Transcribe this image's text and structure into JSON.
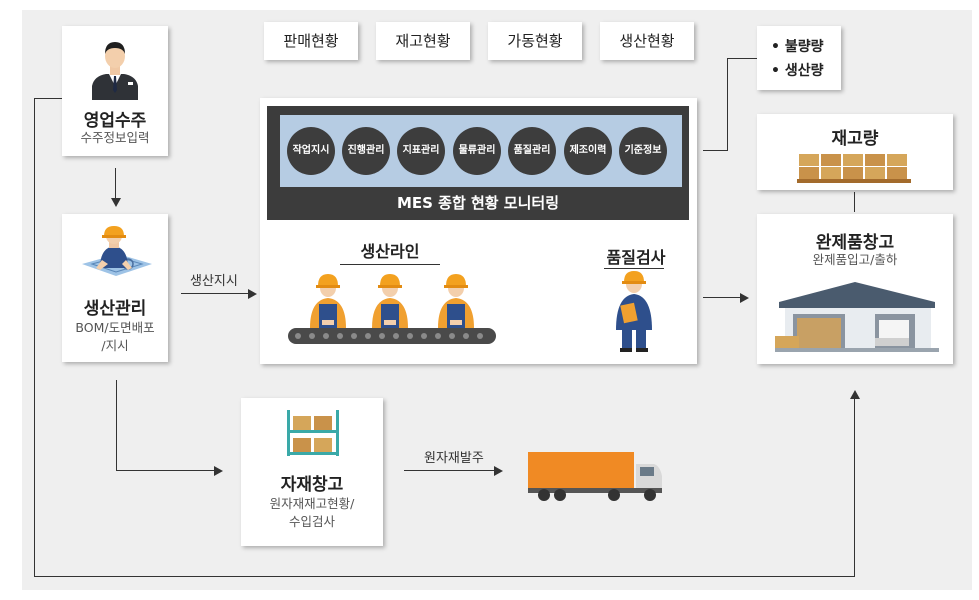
{
  "tabs": [
    "판매현황",
    "재고현황",
    "가동현황",
    "생산현황"
  ],
  "sales_order": {
    "title": "영업수주",
    "subtitle": "수주정보입력"
  },
  "production_mgmt": {
    "title": "생산관리",
    "subtitle_1": "BOM/도면배포",
    "subtitle_2": "/지시"
  },
  "edge_production_order": "생산지시",
  "mes": {
    "modules": [
      "작업지시",
      "진행관리",
      "지표관리",
      "물류관리",
      "품질관리",
      "제조이력",
      "기준정보"
    ],
    "title": "MES 종합 현황 모니터링",
    "production_line": "생산라인",
    "quality_inspection": "품질검사"
  },
  "material_warehouse": {
    "title": "자재창고",
    "subtitle_1": "원자재재고현황/",
    "subtitle_2": "수입검사"
  },
  "edge_material_order": "원자재발주",
  "quality_stats": [
    "• 불량량",
    "• 생산량"
  ],
  "inventory": {
    "title": "재고량"
  },
  "finished_warehouse": {
    "title": "완제품창고",
    "subtitle": "완제품입고/출하"
  },
  "colors": {
    "accent_orange": "#f0a030",
    "worker_blue": "#2e4f8c",
    "hardhat": "#f3a11f",
    "mes_bar": "#3c3c3c",
    "mes_blue": "#b6cce3"
  }
}
